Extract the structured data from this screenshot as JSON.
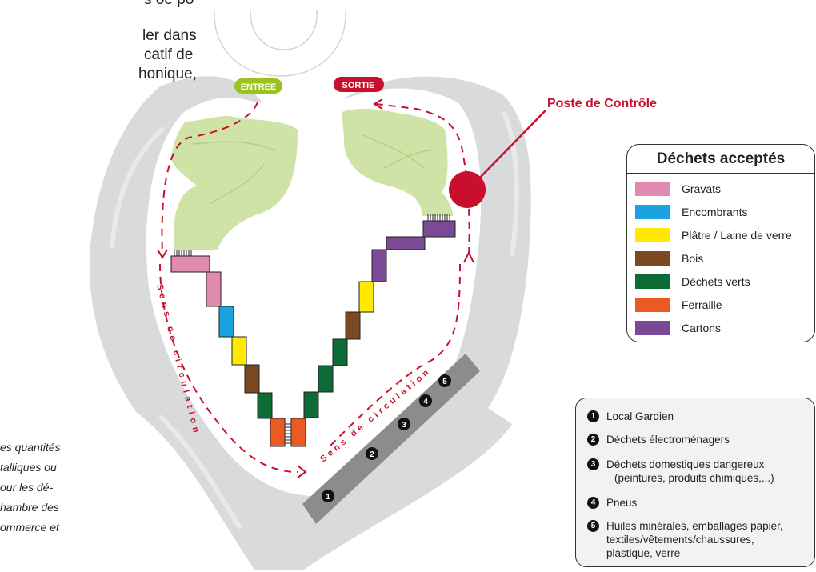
{
  "top_text": [
    "ler dans",
    "catif de",
    "honique,"
  ],
  "bottom_text": [
    "es quantités",
    "talliques ou",
    "our les dé-",
    "hambre des",
    "ommerce et"
  ],
  "partial_top": "s oe po",
  "entry_label": "ENTREE",
  "exit_label": "SORTIE",
  "control_label": "Poste de Contrôle",
  "circulation_label": "Sens de circulation",
  "colors": {
    "road": "#d9dadb",
    "green_area": "#cfe3a7",
    "entry": "#9bc31f",
    "exit": "#c8102e",
    "control": "#c8102e",
    "arrow": "#c8102e",
    "building": "#8c8c8c"
  },
  "waste_legend": {
    "title": "Déchets acceptés",
    "items": [
      {
        "label": "Gravats",
        "color": "#e28bb0"
      },
      {
        "label": "Encombrants",
        "color": "#1aa3e0"
      },
      {
        "label": "Plâtre / Laine de verre",
        "color": "#ffe900"
      },
      {
        "label": "Bois",
        "color": "#7b4a23"
      },
      {
        "label": "Déchets verts",
        "color": "#0d6b36"
      },
      {
        "label": "Ferraille",
        "color": "#ec5a24"
      },
      {
        "label": "Cartons",
        "color": "#7a4a97"
      }
    ]
  },
  "numbered_legend": [
    {
      "num": "1",
      "lines": [
        "Local Gardien"
      ]
    },
    {
      "num": "2",
      "lines": [
        "Déchets électroménagers"
      ]
    },
    {
      "num": "3",
      "lines": [
        "Déchets domestiques dangereux",
        "(peintures, produits chimiques,...)"
      ]
    },
    {
      "num": "4",
      "lines": [
        "Pneus"
      ]
    },
    {
      "num": "5",
      "lines": [
        "Huiles minérales, emballages papier,",
        "textiles/vêtements/chaussures,",
        "plastique, verre"
      ]
    }
  ]
}
